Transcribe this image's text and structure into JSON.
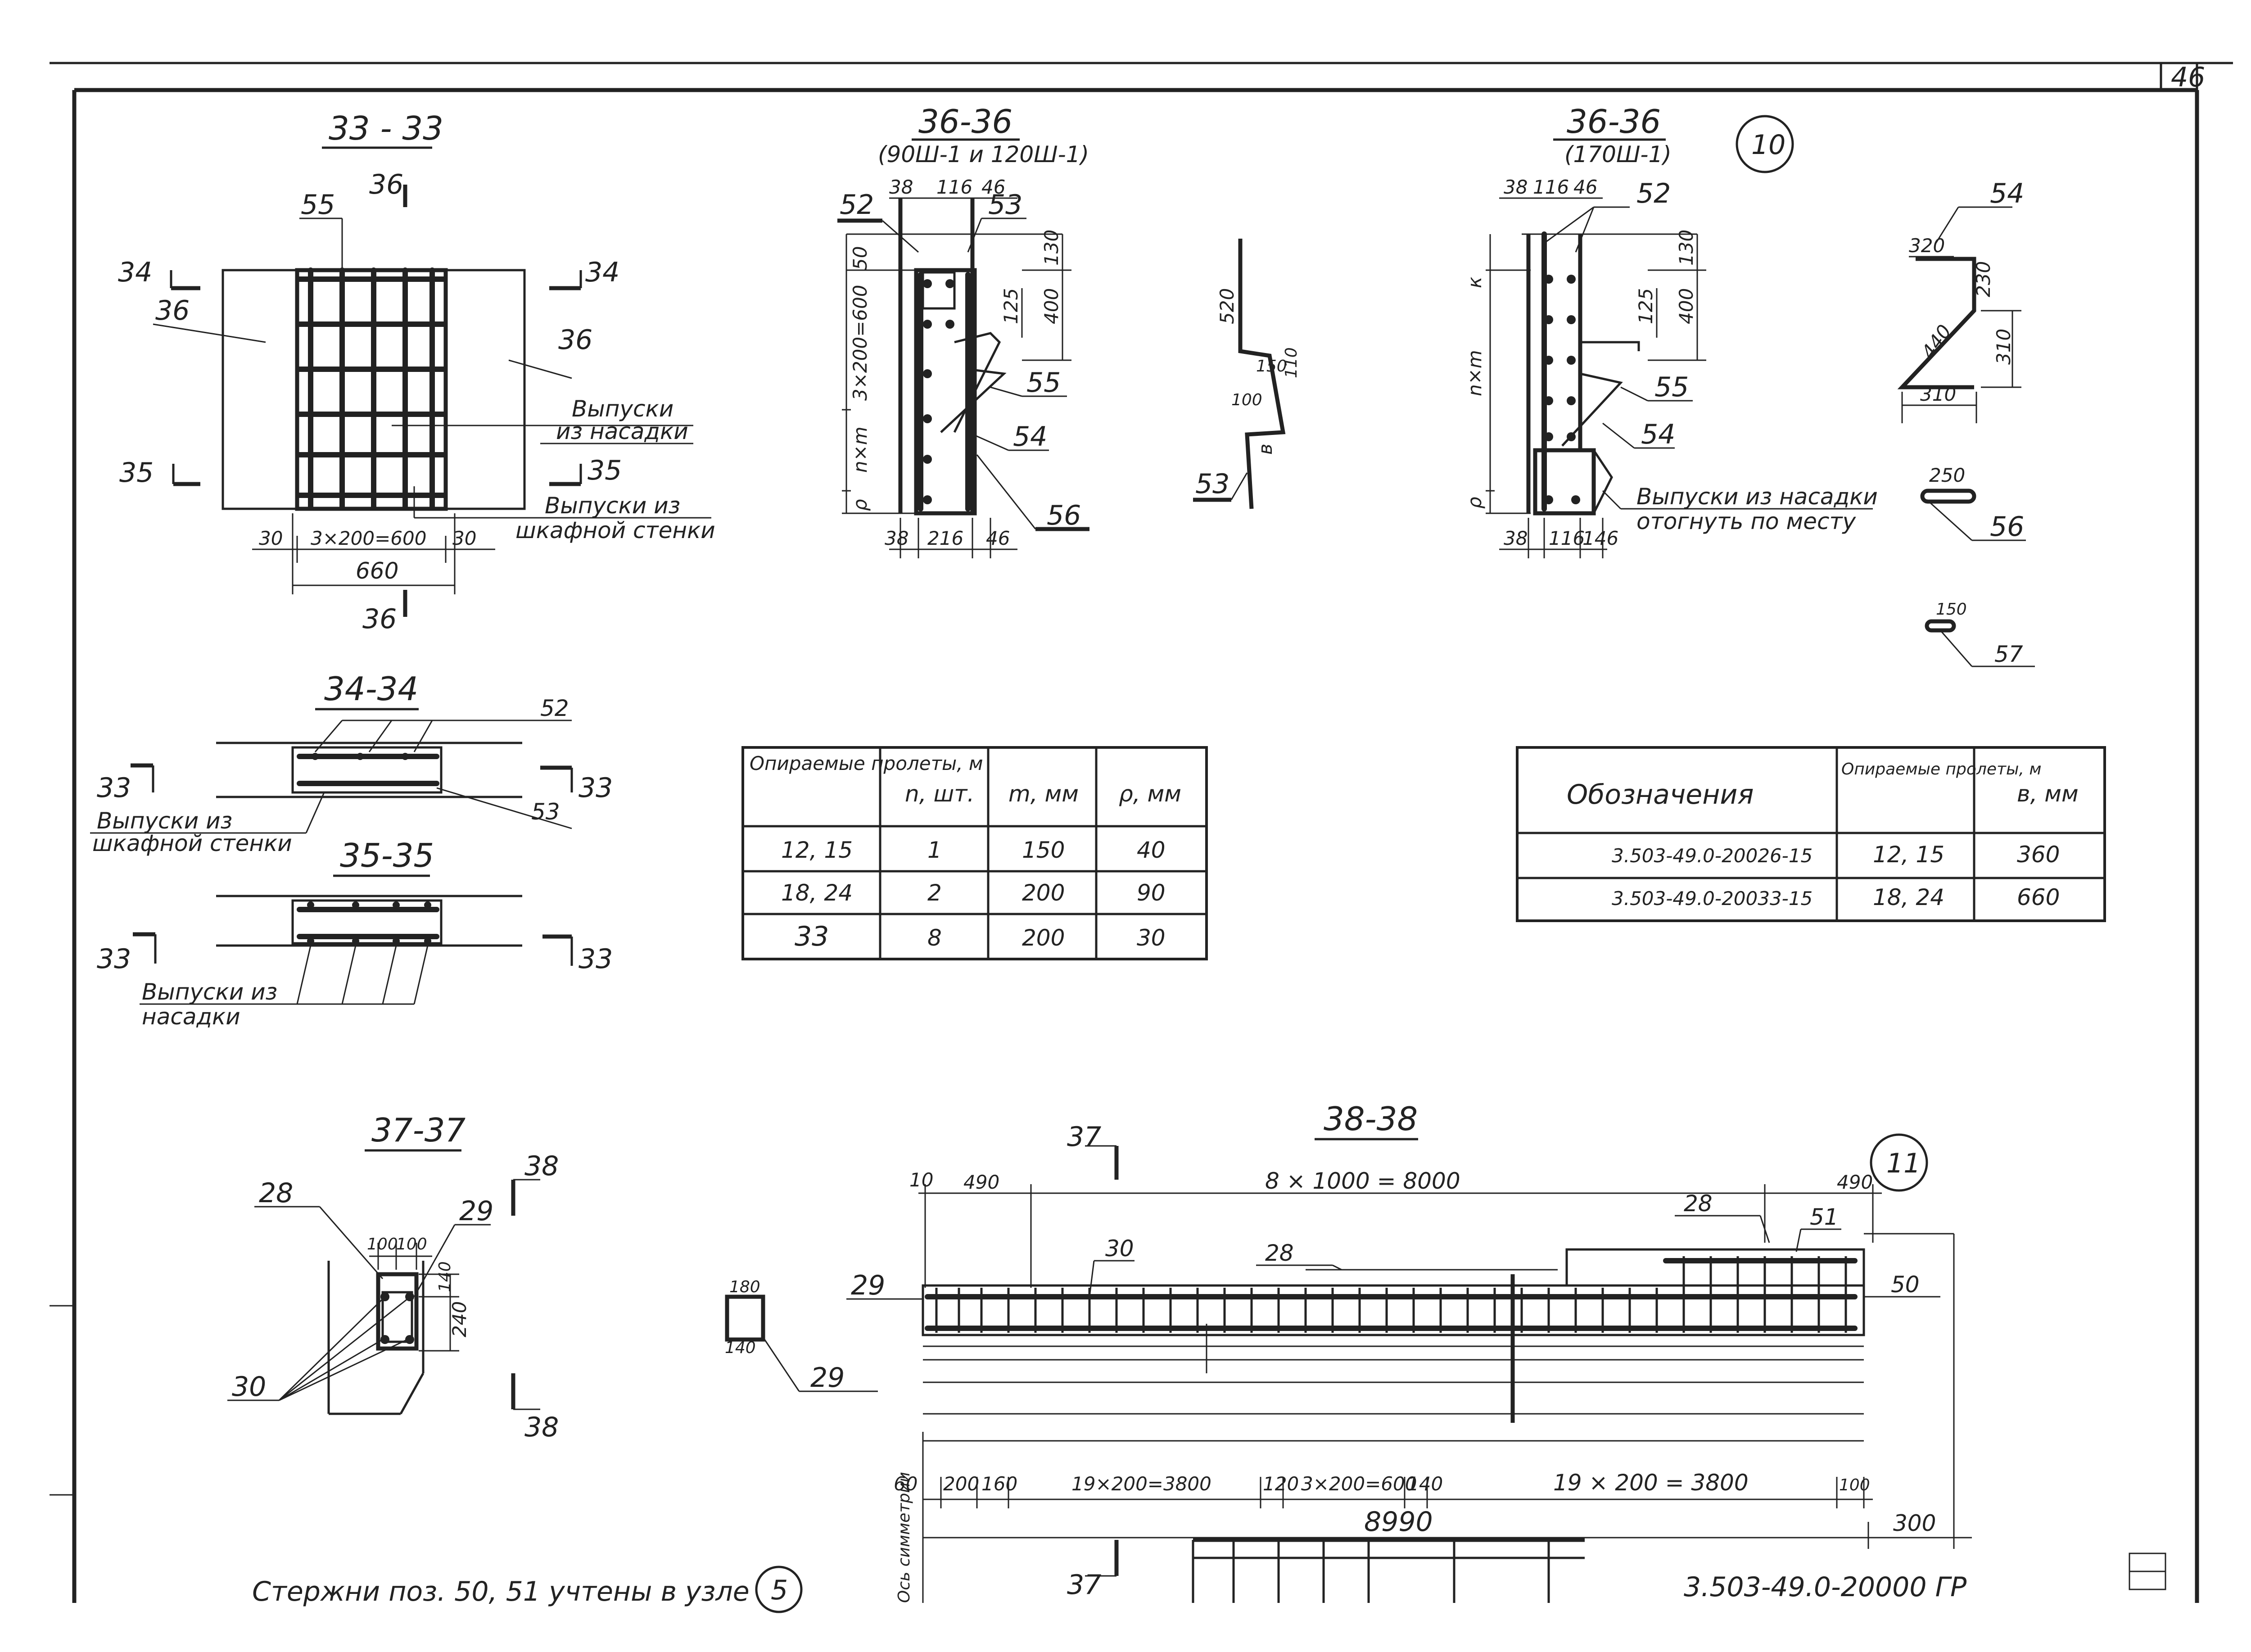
{
  "sheet": {
    "number": "46",
    "doc_code": "3.503-49.0-20000 ГР",
    "footnote": "Стержни поз. 50, 51 учтены в узле",
    "footnote_node": "5"
  },
  "nodes": {
    "n10": "10",
    "n11": "11"
  },
  "sec33": {
    "title": "33 - 33",
    "marks": {
      "m34": "34",
      "m35": "35",
      "m36": "36",
      "m55": "55"
    },
    "note_nasadka": [
      "Выпуски",
      "из насадки"
    ],
    "note_wall": [
      "Выпуски из",
      "шкафной стенки"
    ],
    "dims": {
      "left": "30",
      "mid": "3×200=600",
      "right": "30",
      "total": "660"
    }
  },
  "sec34": {
    "title": "34-34",
    "marks": {
      "m33": "33",
      "m52": "52",
      "m53": "53"
    },
    "note": [
      "Выпуски из",
      "шкафной стенки"
    ]
  },
  "sec35": {
    "title": "35-35",
    "marks": {
      "m33": "33"
    },
    "note": [
      "Выпуски из",
      "насадки"
    ]
  },
  "sec36a": {
    "title": "36-36",
    "subtitle": "(90Ш-1 и 120Ш-1)",
    "top_dims": [
      "38",
      "116",
      "46"
    ],
    "bottom_dims": [
      "38",
      "216",
      "46"
    ],
    "side_dims": {
      "d50": "50",
      "d3x200": "3×200=600",
      "dnxm": "n×m",
      "dp": "ρ"
    },
    "right_dims": {
      "d130": "130",
      "d400": "400",
      "d125": "125"
    },
    "marks": {
      "m52": "52",
      "m53": "53",
      "m54": "54",
      "m55": "55",
      "m56": "56"
    }
  },
  "bar53": {
    "dims": {
      "d520": "520",
      "d150": "150",
      "d110": "110",
      "d100": "100",
      "dv": "в"
    },
    "mark": "53"
  },
  "sec36b": {
    "title": "36-36",
    "subtitle": "(170Ш-1)",
    "top_dims": [
      "38",
      "116",
      "46"
    ],
    "bottom_dims": [
      "38",
      "116",
      "146"
    ],
    "side_dims": {
      "dk": "к",
      "dnxm": "n×m",
      "dp": "ρ"
    },
    "right_dims": {
      "d130": "130",
      "d400": "400",
      "d125": "125"
    },
    "marks": {
      "m52": "52",
      "m54": "54",
      "m55": "55"
    },
    "note": [
      "Выпуски из насадки",
      "отогнуть по месту"
    ]
  },
  "bar54": {
    "mark": "54",
    "dims": {
      "d320": "320",
      "d230": "230",
      "d440": "440",
      "d310v": "310",
      "d310h": "310"
    }
  },
  "bar56": {
    "mark": "56",
    "dim": "250"
  },
  "bar57": {
    "mark": "57",
    "dim": "150"
  },
  "table1": {
    "headers": [
      "Опираемые пролеты, м",
      "n, шт.",
      "m, мм",
      "ρ, мм"
    ],
    "rows": [
      [
        "12, 15",
        "1",
        "150",
        "40"
      ],
      [
        "18, 24",
        "2",
        "200",
        "90"
      ],
      [
        "33",
        "8",
        "200",
        "30"
      ]
    ]
  },
  "table2": {
    "headers": [
      "Обозначения",
      "Опираемые пролеты, м",
      "в, мм"
    ],
    "rows": [
      [
        "3.503-49.0-20026-15",
        "12, 15",
        "360"
      ],
      [
        "3.503-49.0-20033-15",
        "18, 24",
        "660"
      ]
    ]
  },
  "sec37": {
    "title": "37-37",
    "dims": {
      "d100a": "100",
      "d100b": "100",
      "d140": "140",
      "d240": "240"
    },
    "marks": {
      "m28": "28",
      "m29": "29",
      "m30": "30",
      "m38a": "38",
      "m38b": "38"
    }
  },
  "stirrup29": {
    "d180": "180",
    "d140": "140",
    "mark": "29"
  },
  "sec38": {
    "title": "38-38",
    "cut_marks": {
      "top": "37",
      "bottom": "37"
    },
    "top_dims": {
      "d10": "10",
      "d490a": "490",
      "span": "8 × 1000 = 8000",
      "d490b": "490"
    },
    "marks": {
      "m28a": "28",
      "m28b": "28",
      "m29": "29",
      "m30": "30",
      "m50": "50",
      "m51": "51"
    },
    "bottom_dims": [
      "60",
      "200",
      "160",
      "19×200=3800",
      "120",
      "3×200=600",
      "140",
      "19 × 200 = 3800",
      "100"
    ],
    "total": "8990",
    "right_dim": "300",
    "axis_note": "Ось симметрии"
  }
}
